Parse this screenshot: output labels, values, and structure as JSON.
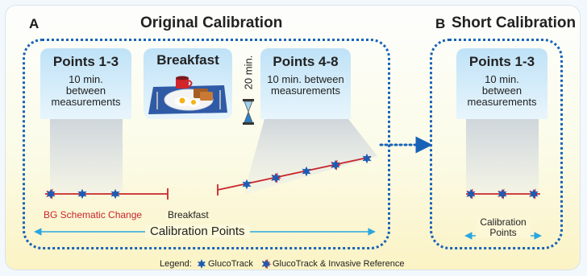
{
  "section_a": {
    "letter": "A",
    "title": "Original Calibration",
    "points_1_3": {
      "title": "Points 1-3",
      "subtitle": "10 min. between measurements"
    },
    "breakfast_card": {
      "title": "Breakfast"
    },
    "wait_label": "20 min.",
    "points_4_8": {
      "title": "Points 4-8",
      "subtitle": "10 min. between measurements"
    },
    "bg_change_label": "BG Schematic Change",
    "breakfast_label": "Breakfast",
    "calibration_points_label": "Calibration Points"
  },
  "section_b": {
    "letter": "B",
    "title": "Short Calibration",
    "points_1_3": {
      "title": "Points 1-3",
      "subtitle": "10 min. between measurements"
    },
    "calibration_points_label": "Calibration Points"
  },
  "legend": {
    "prefix": "Legend:",
    "items": [
      {
        "label": "GlucoTrack",
        "icon": "blue-star-icon"
      },
      {
        "label": "GlucoTrack & Invasive Reference",
        "icon": "red-blue-star-icon"
      }
    ]
  },
  "colors": {
    "frame_blue": "#1863b6",
    "marker_blue": "#1e5bb3",
    "marker_red": "#d8232a",
    "line_red": "#c8262c",
    "arrow_cyan": "#2aa6e0"
  }
}
